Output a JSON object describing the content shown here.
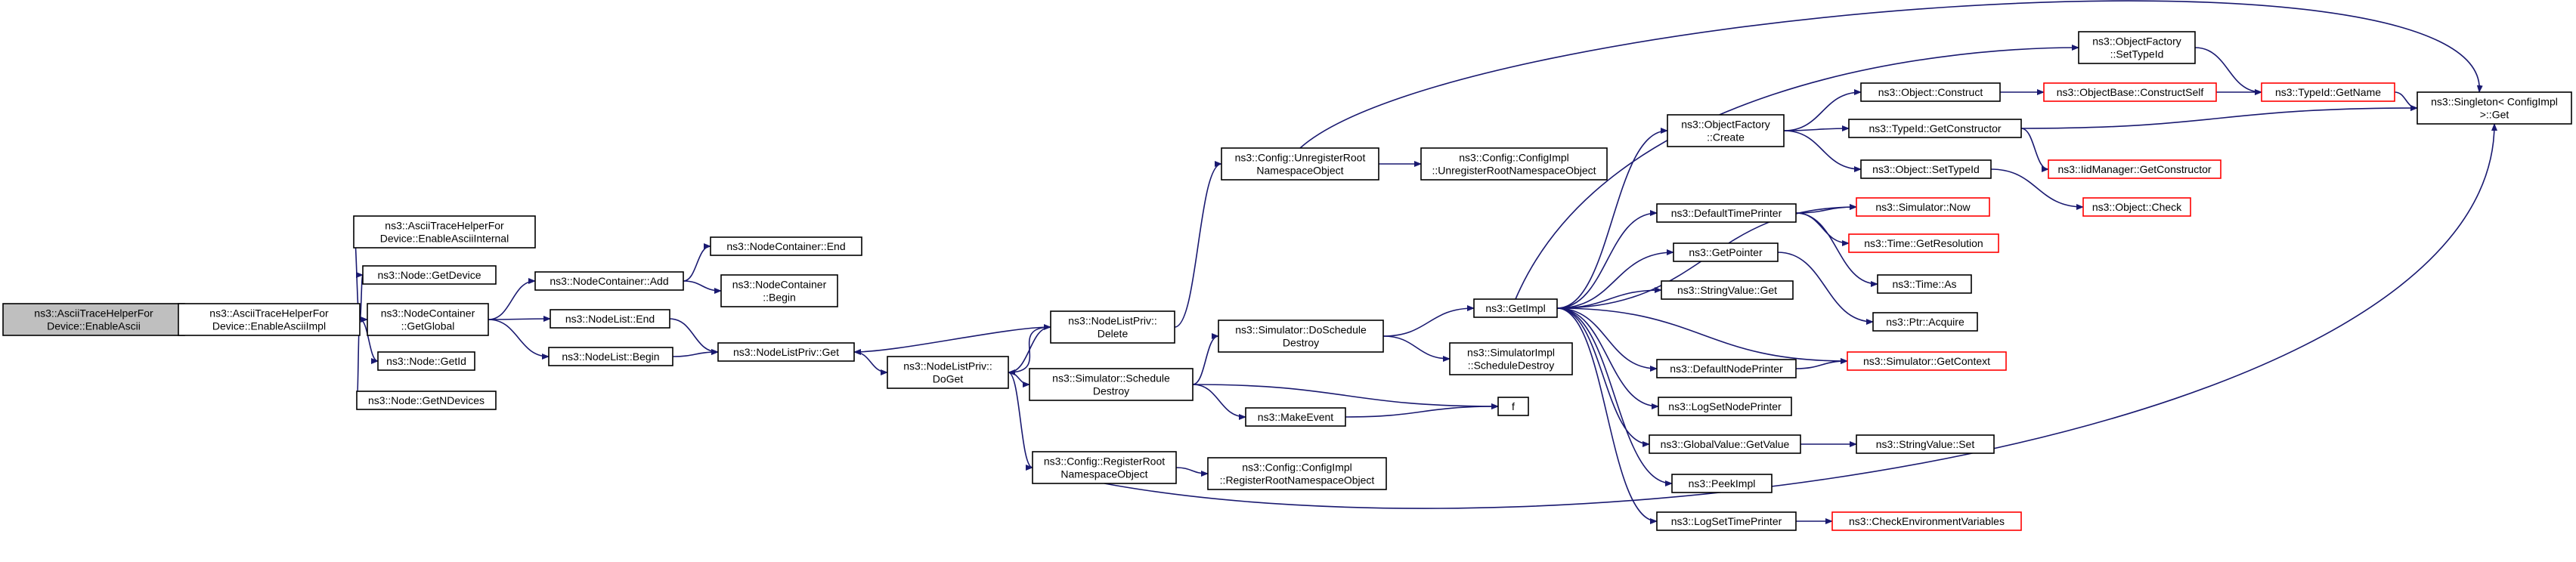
{
  "colors": {
    "edge": "#191970",
    "root_fill": "#bfbfbf",
    "missing_doc_border": "#ff0000"
  },
  "nodes": {
    "root": [
      "ns3::AsciiTraceHelperFor",
      "Device::EnableAscii"
    ],
    "impl": [
      "ns3::AsciiTraceHelperFor",
      "Device::EnableAsciiImpl"
    ],
    "internal": [
      "ns3::AsciiTraceHelperFor",
      "Device::EnableAsciiInternal"
    ],
    "getdevice": [
      "ns3::Node::GetDevice"
    ],
    "getglobal": [
      "ns3::NodeContainer",
      "::GetGlobal"
    ],
    "getid": [
      "ns3::Node::GetId"
    ],
    "getndevices": [
      "ns3::Node::GetNDevices"
    ],
    "ncadd": [
      "ns3::NodeContainer::Add"
    ],
    "ncend": [
      "ns3::NodeContainer::End"
    ],
    "ncbegin": [
      "ns3::NodeContainer",
      "::Begin"
    ],
    "nlend": [
      "ns3::NodeList::End"
    ],
    "nlbegin": [
      "ns3::NodeList::Begin"
    ],
    "nlpget": [
      "ns3::NodeListPriv::Get"
    ],
    "nlpdoget": [
      "ns3::NodeListPriv::",
      "DoGet"
    ],
    "nlpdelete": [
      "ns3::NodeListPriv::",
      "Delete"
    ],
    "schedule": [
      "ns3::Simulator::Schedule",
      "Destroy"
    ],
    "doschedule": [
      "ns3::Simulator::DoSchedule",
      "Destroy"
    ],
    "unregroot": [
      "ns3::Config::UnregisterRoot",
      "NamespaceObject"
    ],
    "cfgunreg": [
      "ns3::Config::ConfigImpl",
      "::UnregisterRootNamespaceObject"
    ],
    "regroot": [
      "ns3::Config::RegisterRoot",
      "NamespaceObject"
    ],
    "cfgreg": [
      "ns3::Config::ConfigImpl",
      "::RegisterRootNamespaceObject"
    ],
    "makeevent": [
      "ns3::MakeEvent"
    ],
    "simimpl": [
      "ns3::SimulatorImpl",
      "::ScheduleDestroy"
    ],
    "f": [
      "f"
    ],
    "getimpl": [
      "ns3::GetImpl"
    ],
    "ofcreate": [
      "ns3::ObjectFactory",
      "::Create"
    ],
    "ofsettypeid": [
      "ns3::ObjectFactory",
      "::SetTypeId"
    ],
    "objconstruct": [
      "ns3::Object::Construct"
    ],
    "objbaseconstruct": [
      "ns3::ObjectBase::ConstructSelf"
    ],
    "typeidgetname": [
      "ns3::TypeId::GetName"
    ],
    "singleton": [
      "ns3::Singleton< ConfigImpl",
      " >::Get"
    ],
    "typeidgetctor": [
      "ns3::TypeId::GetConstructor"
    ],
    "iidmgr": [
      "ns3::IidManager::GetConstructor"
    ],
    "objsettypeid": [
      "ns3::Object::SetTypeId"
    ],
    "objcheck": [
      "ns3::Object::Check"
    ],
    "deftimeprinter": [
      "ns3::DefaultTimePrinter"
    ],
    "simnow": [
      "ns3::Simulator::Now"
    ],
    "timegetres": [
      "ns3::Time::GetResolution"
    ],
    "timeas": [
      "ns3::Time::As"
    ],
    "getpointer": [
      "ns3::GetPointer"
    ],
    "ptracquire": [
      "ns3::Ptr::Acquire"
    ],
    "stringvalueget": [
      "ns3::StringValue::Get"
    ],
    "defnodeprinter": [
      "ns3::DefaultNodePrinter"
    ],
    "simgetcontext": [
      "ns3::Simulator::GetContext"
    ],
    "logsetnodeprinter": [
      "ns3::LogSetNodePrinter"
    ],
    "globalvalueget": [
      "ns3::GlobalValue::GetValue"
    ],
    "stringvalueset": [
      "ns3::StringValue::Set"
    ],
    "peekimpl": [
      "ns3::PeekImpl"
    ],
    "logsettimeprinter": [
      "ns3::LogSetTimePrinter"
    ],
    "checkenv": [
      "ns3::CheckEnvironmentVariables"
    ]
  }
}
